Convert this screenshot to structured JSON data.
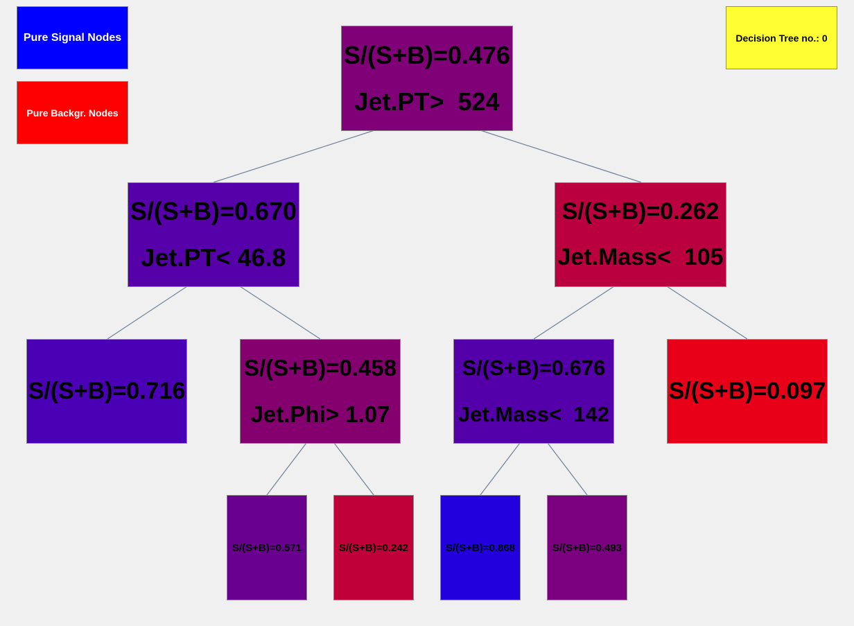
{
  "legend": {
    "signal_label": "Pure Signal Nodes",
    "signal_color": "#0000ff",
    "background_label": "Pure Backgr. Nodes",
    "background_color": "#ff0000"
  },
  "tree_label": {
    "text": "Decision Tree no.: 0",
    "color": "#ffff33"
  },
  "edge_color": "#6f7f99",
  "nodes": {
    "root": {
      "purity": "S/(S+B)=0.476",
      "cut": "Jet.PT>  524",
      "color": "#800078"
    },
    "n1": {
      "purity": "S/(S+B)=0.670",
      "cut": "Jet.PT< 46.8",
      "color": "#5500a8"
    },
    "n2": {
      "purity": "S/(S+B)=0.262",
      "cut": "Jet.Mass<  105",
      "color": "#bb0040"
    },
    "n3": {
      "purity": "S/(S+B)=0.716",
      "color": "#4a00b5"
    },
    "n4": {
      "purity": "S/(S+B)=0.458",
      "cut": "Jet.Phi> 1.07",
      "color": "#85006f"
    },
    "n5": {
      "purity": "S/(S+B)=0.676",
      "cut": "Jet.Mass<  142",
      "color": "#5300aa"
    },
    "n6": {
      "purity": "S/(S+B)=0.097",
      "color": "#e80018"
    },
    "n7": {
      "purity": "S/(S+B)=0.571",
      "color": "#6a008f"
    },
    "n8": {
      "purity": "S/(S+B)=0.242",
      "color": "#c00038"
    },
    "n9": {
      "purity": "S/(S+B)=0.868",
      "color": "#2200dd"
    },
    "n10": {
      "purity": "S/(S+B)=0.493",
      "color": "#7b0080"
    }
  }
}
